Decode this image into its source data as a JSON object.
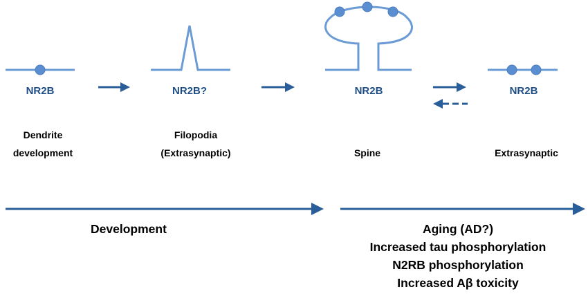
{
  "stages": [
    {
      "receptor": "NR2B",
      "label_lines": [
        "Dendrite",
        "development"
      ]
    },
    {
      "receptor": "NR2B?",
      "label_lines": [
        "Filopodia",
        "(Extrasynaptic)"
      ]
    },
    {
      "receptor": "NR2B",
      "label_lines": [
        "Spine"
      ]
    },
    {
      "receptor": "NR2B",
      "label_lines": [
        "Extrasynaptic"
      ]
    }
  ],
  "timeline": {
    "development": "Development",
    "aging_lines": [
      "Aging (AD?)",
      "Increased tau phosphorylation",
      "N2RB phosphorylation",
      "Increased Aβ toxicity"
    ]
  },
  "colors": {
    "neurite": "#6a9bd4",
    "receptor_dot": "#5b8ed0",
    "arrow": "#2a5e99",
    "receptor_text": "#1f4e87",
    "text": "#000000"
  }
}
